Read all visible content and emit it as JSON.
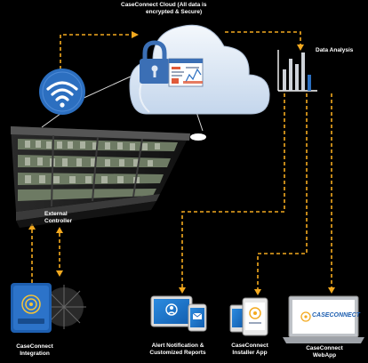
{
  "cloud": {
    "title_line1": "CaseConnect Cloud (All data is",
    "title_line2": "encrypted & Secure)"
  },
  "analysis": {
    "label": "Data Analysis"
  },
  "controller": {
    "label_line1": "External",
    "label_line2": "Controller"
  },
  "nodes": {
    "integration": {
      "line1": "CaseConnect",
      "line2": "Integration"
    },
    "alerts": {
      "line1": "Alert Notification &",
      "line2": "Customized Reports"
    },
    "installer": {
      "line1": "CaseConnect",
      "line2": "Installer App"
    },
    "webapp": {
      "line1": "CaseConnect",
      "line2": "WebApp"
    }
  },
  "brand": {
    "logo_text": "CASECONNECT"
  },
  "colors": {
    "connector": "#f3a91f",
    "wifi": "#2c6fc0",
    "cloud": "#dfe8f4",
    "device_blue": "#1e7bd4",
    "lock": "#3b6fb5"
  },
  "icons": [
    "wifi-icon",
    "cloud-icon",
    "lock-icon",
    "bar-chart-icon",
    "refrigerated-case-image",
    "integration-device-icon",
    "tablet-phone-icon",
    "phones-icon",
    "laptop-icon"
  ]
}
